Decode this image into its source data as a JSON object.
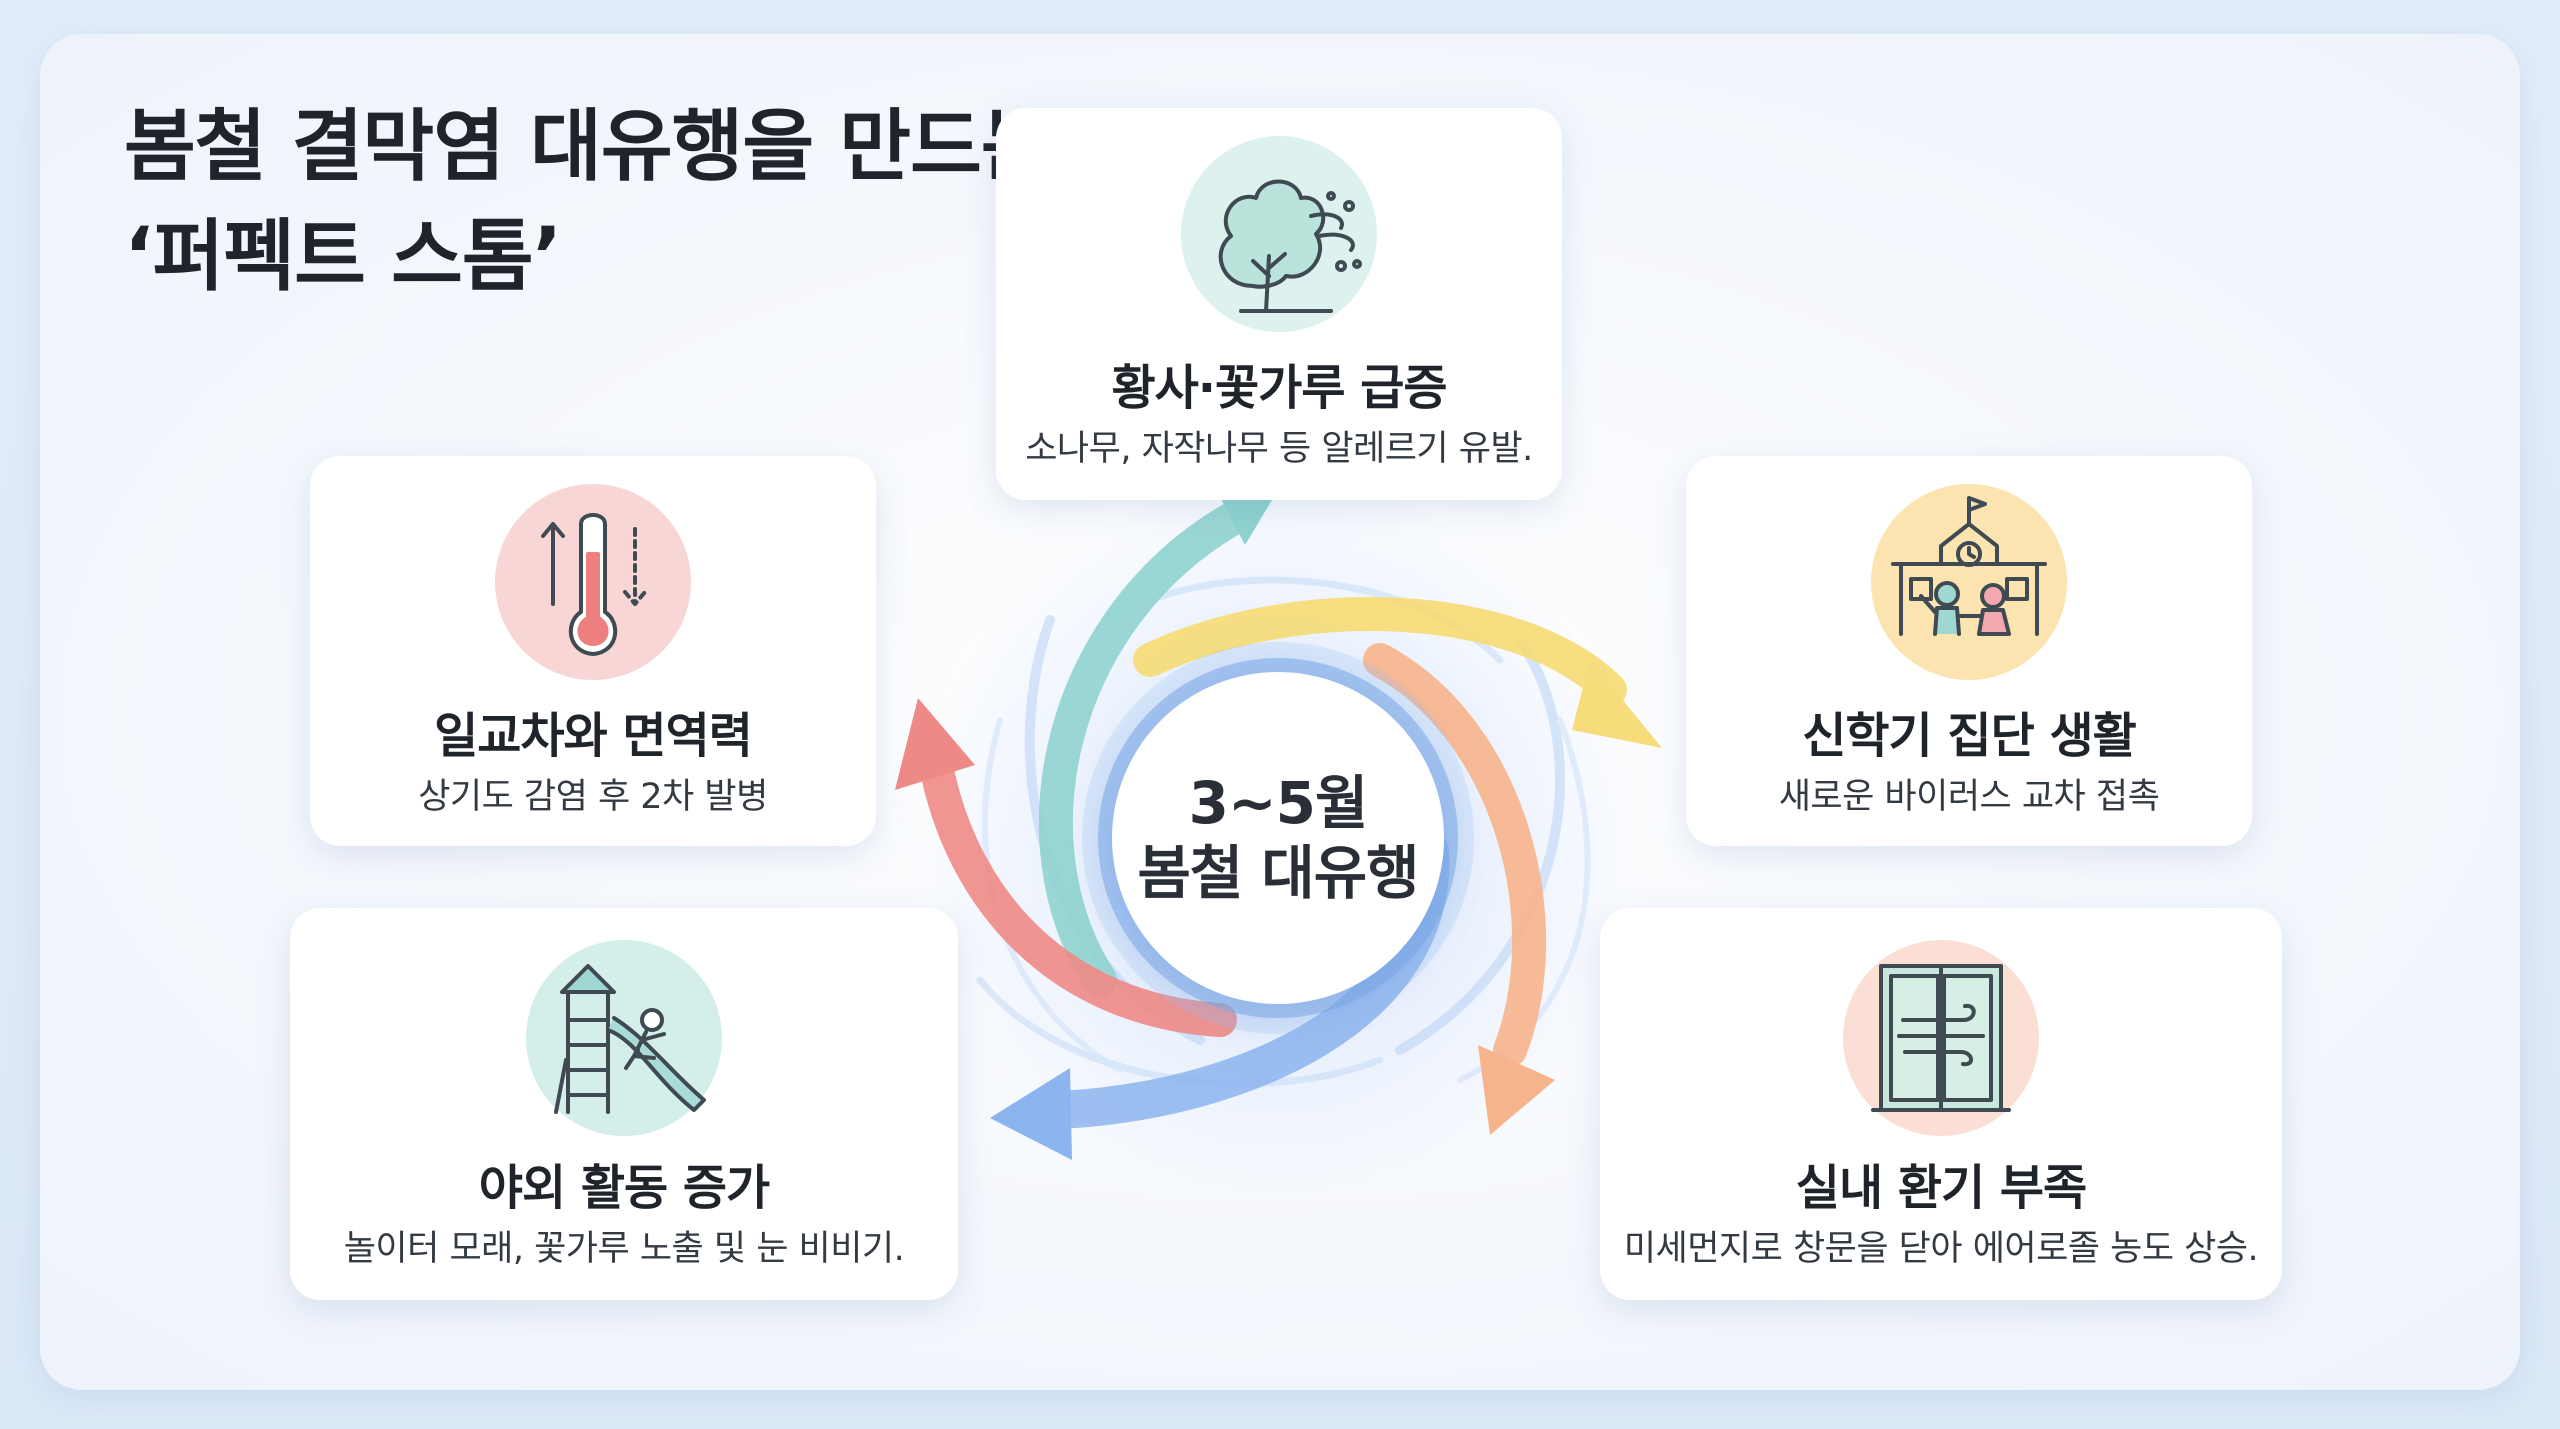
{
  "title": {
    "line1": "봄철 결막염 대유행을 만드는",
    "line2": "‘퍼펙트 스톰’"
  },
  "hub": {
    "line1": "3~5월",
    "line2": "봄철 대유행"
  },
  "cards": {
    "top": {
      "title": "황사·꽃가루 급증",
      "desc": "소나무, 자작나무 등 알레르기 유발.",
      "icon": "tree-wind-icon"
    },
    "left_top": {
      "title": "일교차와 면역력",
      "desc": "상기도 감염 후 2차 발병",
      "icon": "thermometer-icon"
    },
    "right_top": {
      "title": "신학기 집단 생활",
      "desc": "새로운 바이러스 교차 접촉",
      "icon": "school-children-icon"
    },
    "left_bottom": {
      "title": "야외 활동 증가",
      "desc": "놀이터 모래, 꽃가루 노출 및 눈 비비기.",
      "icon": "playground-slide-icon"
    },
    "right_bottom": {
      "title": "실내 환기 부족",
      "desc": "미세먼지로 창문을 닫아 에어로졸 농도 상승.",
      "icon": "closed-window-icon"
    }
  },
  "colors": {
    "teal": "#8fd3cf",
    "yellow": "#f6dc7a",
    "orange": "#f7b48c",
    "red": "#ee8a86",
    "blue": "#8cb4ee"
  }
}
